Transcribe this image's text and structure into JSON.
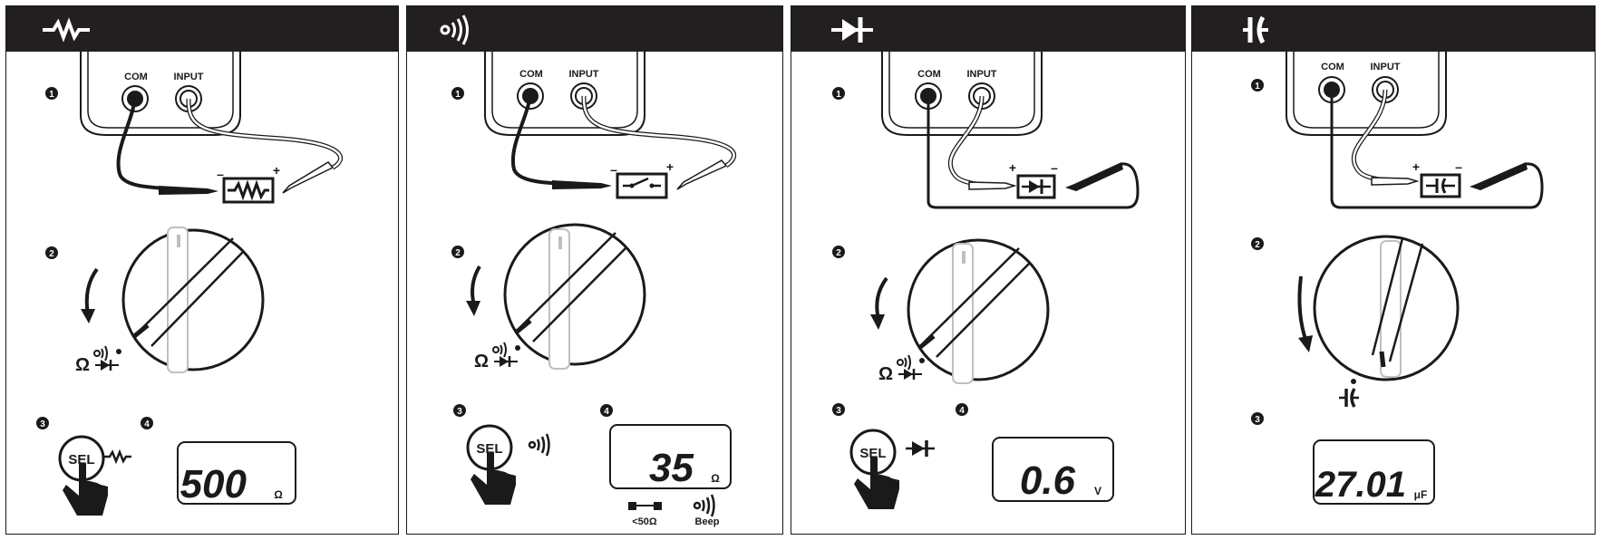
{
  "panels": [
    {
      "id": "resistance",
      "header_icon": "resistor-icon",
      "ports": {
        "com": "COM",
        "input": "INPUT"
      },
      "polarity": {
        "minus": "–",
        "plus": "+"
      },
      "component_icon": "resistor-icon",
      "steps": [
        "1",
        "2",
        "3",
        "4"
      ],
      "dial_icons": "ohm-continuity-diode-icon",
      "sel": {
        "label": "SEL",
        "mode_icon": "resistor-icon"
      },
      "lcd": {
        "value": "500",
        "unit": "Ω"
      }
    },
    {
      "id": "continuity",
      "header_icon": "continuity-beep-icon",
      "ports": {
        "com": "COM",
        "input": "INPUT"
      },
      "polarity": {
        "minus": "–",
        "plus": "+"
      },
      "component_icon": "switch-icon",
      "steps": [
        "1",
        "2",
        "3",
        "4"
      ],
      "dial_icons": "ohm-continuity-diode-icon",
      "sel": {
        "label": "SEL",
        "mode_icon": "continuity-beep-icon"
      },
      "lcd": {
        "value": "35",
        "unit": "Ω"
      },
      "legend": {
        "threshold": "<50Ω",
        "beep": "Beep"
      }
    },
    {
      "id": "diode",
      "header_icon": "diode-icon",
      "ports": {
        "com": "COM",
        "input": "INPUT"
      },
      "polarity": {
        "minus": "–",
        "plus": "+"
      },
      "component_icon": "diode-icon",
      "steps": [
        "1",
        "2",
        "3",
        "4"
      ],
      "dial_icons": "ohm-continuity-diode-icon",
      "sel": {
        "label": "SEL",
        "mode_icon": "diode-icon"
      },
      "lcd": {
        "value": "0.6",
        "unit": "V"
      }
    },
    {
      "id": "capacitance",
      "header_icon": "capacitor-icon",
      "ports": {
        "com": "COM",
        "input": "INPUT"
      },
      "polarity": {
        "minus": "–",
        "plus": "+"
      },
      "component_icon": "capacitor-icon",
      "steps": [
        "1",
        "2",
        "3"
      ],
      "dial_icons": "capacitor-icon",
      "lcd": {
        "value": "27.01",
        "unit": "μF"
      }
    }
  ],
  "colors": {
    "ink": "#1a1a1a",
    "header": "#231f20",
    "dial_gray": "#bfbfbf"
  }
}
